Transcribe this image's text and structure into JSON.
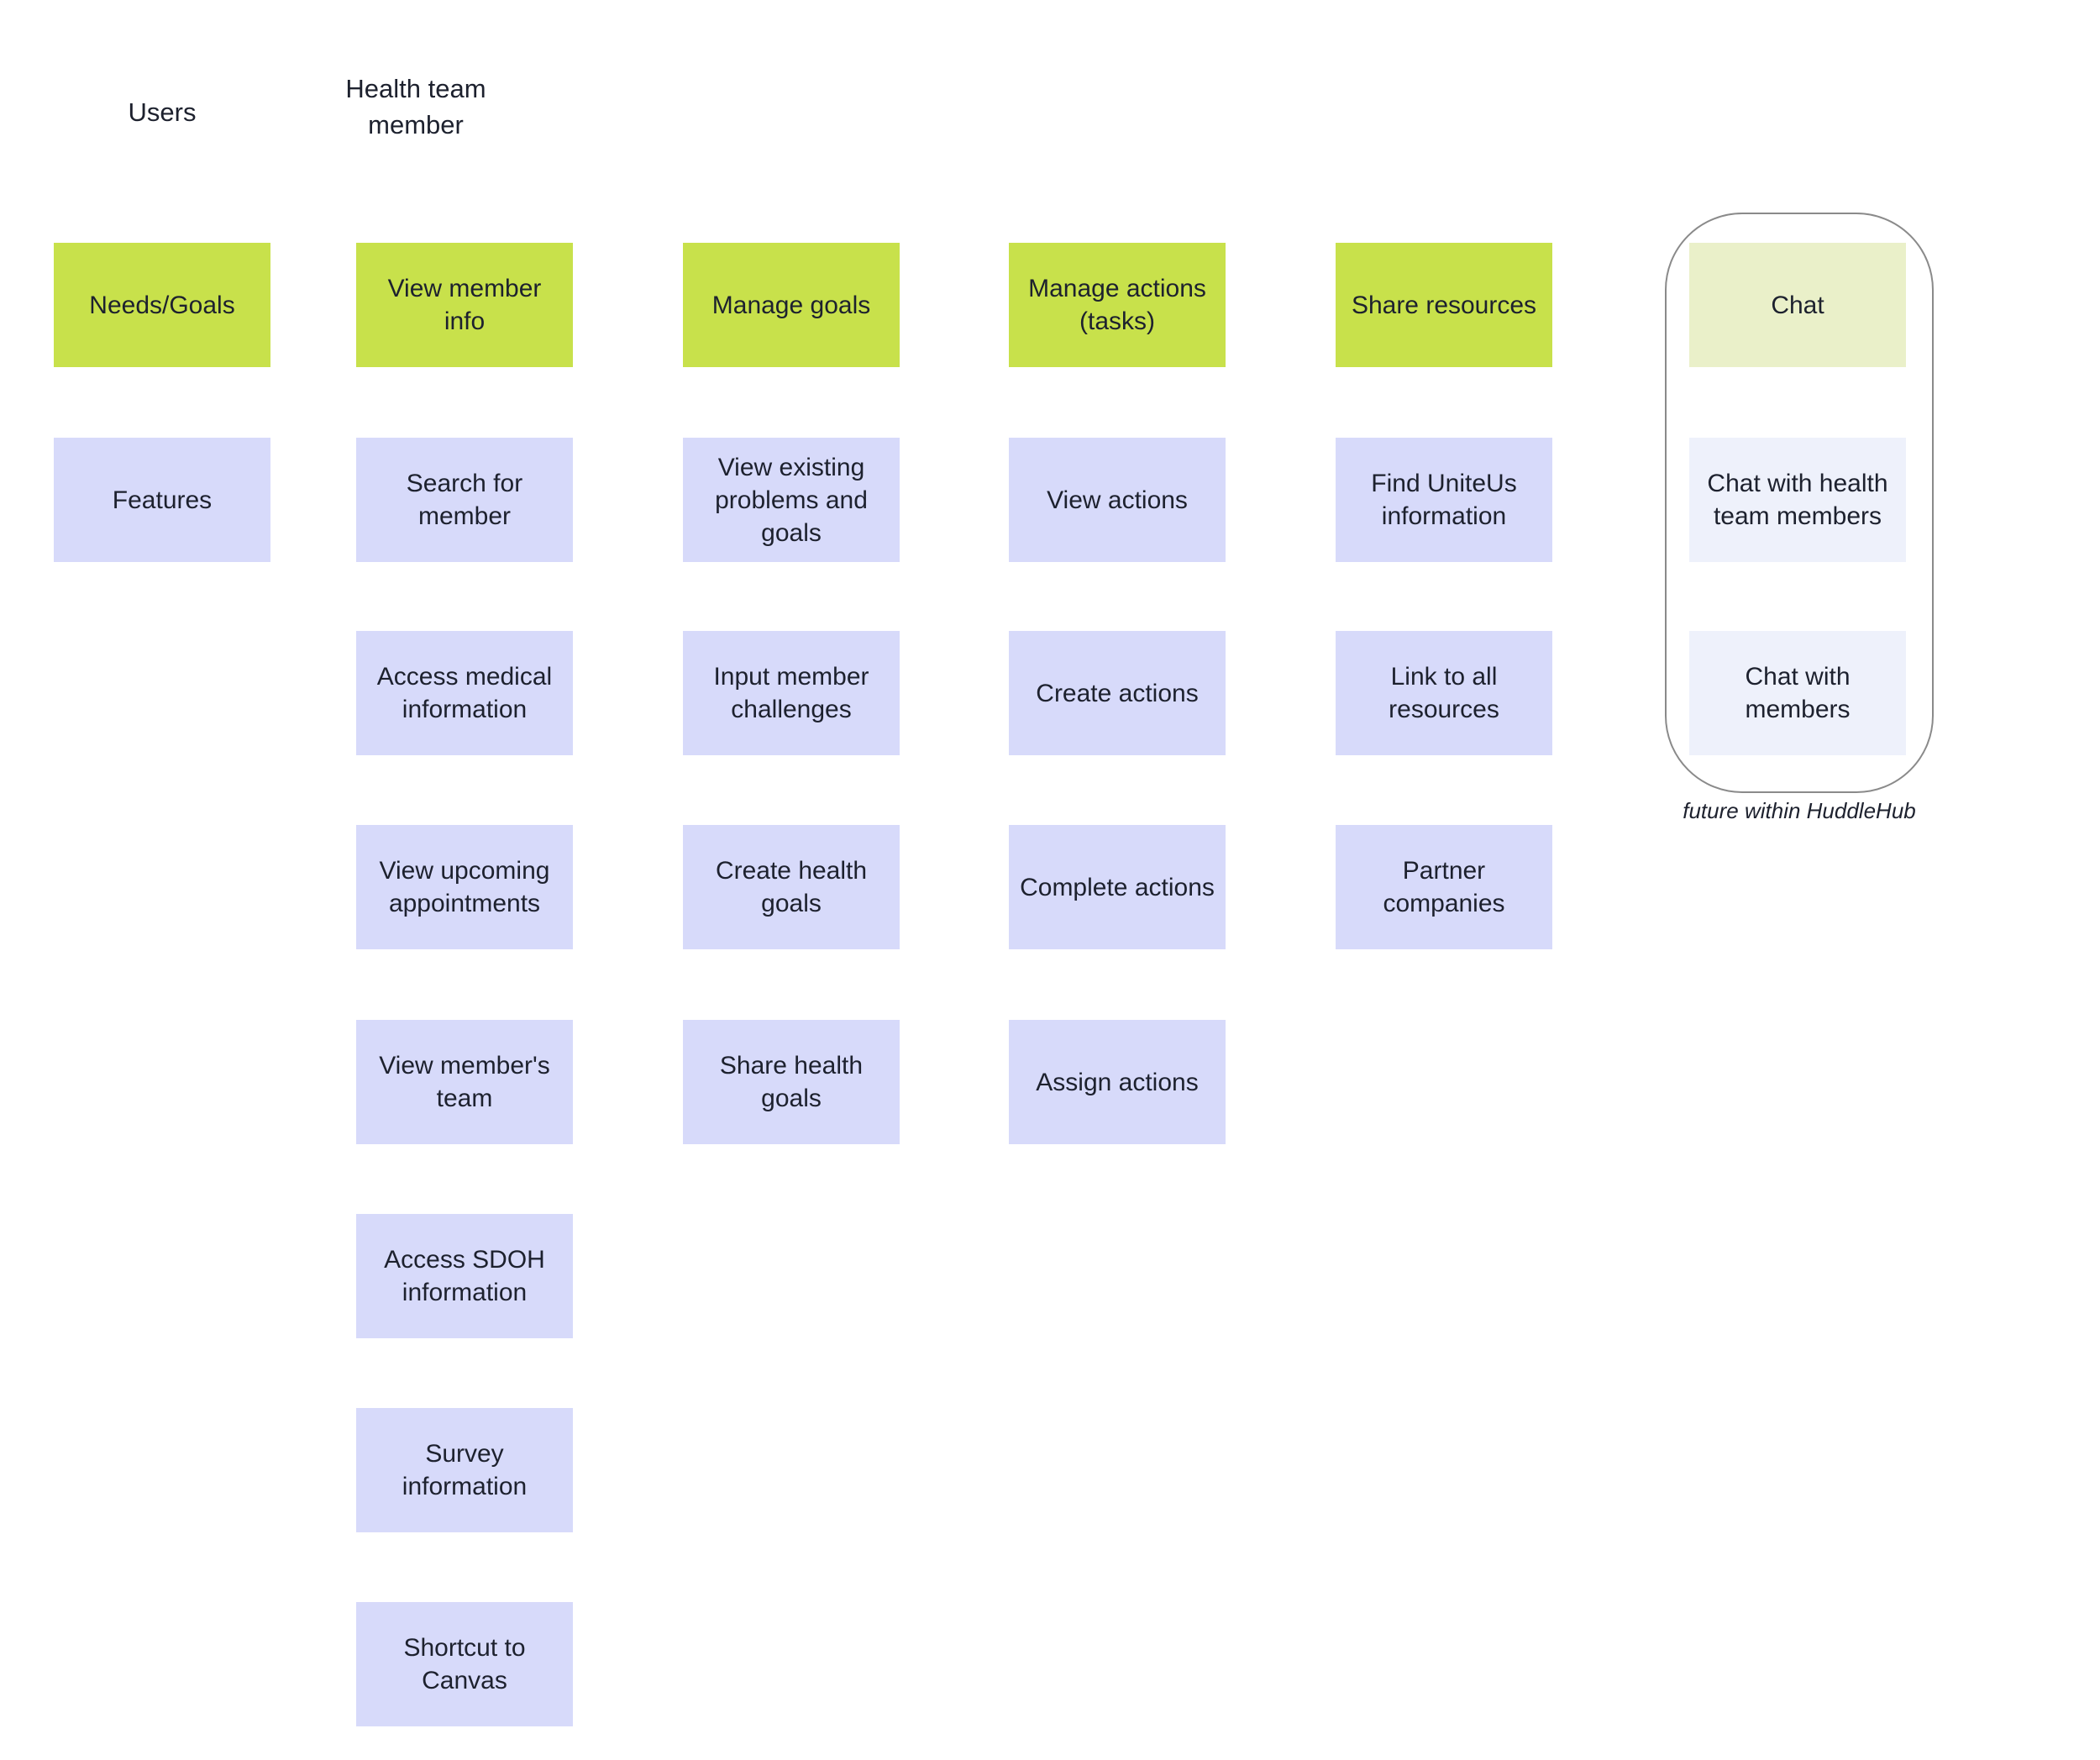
{
  "diagram": {
    "users_label": "Users",
    "persona_column_label": "Health team member",
    "needs_goals_label": "Needs/Goals",
    "features_label": "Features"
  },
  "groups": [
    {
      "title": "View member info",
      "features": [
        "Search for member",
        "Access medical information",
        "View upcoming appointments",
        "View member's team",
        "Access SDOH information",
        "Survey information",
        "Shortcut to Canvas"
      ]
    },
    {
      "title": "Manage goals",
      "features": [
        "View existing problems and goals",
        "Input member challenges",
        "Create health goals",
        "Share health goals"
      ]
    },
    {
      "title": "Manage actions (tasks)",
      "features": [
        "View actions",
        "Create actions",
        "Complete actions",
        "Assign actions"
      ]
    },
    {
      "title": "Share resources",
      "features": [
        "Find UniteUs information",
        "Link to all resources",
        "Partner companies"
      ]
    }
  ],
  "future_group": {
    "title": "Chat",
    "features": [
      "Chat with health team members",
      "Chat with members"
    ],
    "caption": "future within HuddleHub"
  },
  "colors": {
    "category_green": "#c8e14b",
    "feature_lavender": "#d7dafa",
    "future_green": "#eaf0c9",
    "future_lavender": "#eef1fb",
    "frame_border": "#8a8a8a",
    "text": "#1d212e"
  }
}
